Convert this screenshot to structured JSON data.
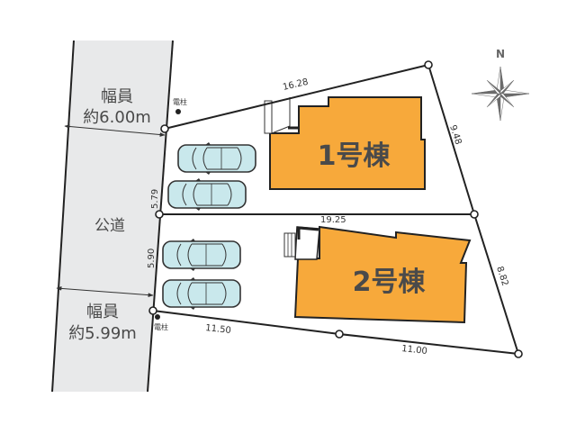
{
  "road": {
    "name": "公道",
    "width_north_label": "幅員",
    "width_north_value": "約6.00m",
    "width_south_label": "幅員",
    "width_south_value": "約5.99m",
    "fill_color": "#e8e9ea"
  },
  "utility_poles": [
    {
      "label": "電柱"
    },
    {
      "label": "電柱"
    }
  ],
  "lots": [
    {
      "building_label": "1号棟",
      "frontage": "5.79",
      "north_side": "16.28",
      "east_side": "9.48",
      "shared_boundary": "19.25"
    },
    {
      "building_label": "2号棟",
      "frontage": "5.90",
      "east_side": "8.82",
      "south_side_west": "11.50",
      "south_side_east": "11.00"
    }
  ],
  "compass": {
    "label": "N",
    "icon": "compass-rose-icon"
  },
  "colors": {
    "building": "#f7a93b",
    "car": "#c9e8ec",
    "line": "#222222",
    "text": "#4a4a4a"
  }
}
